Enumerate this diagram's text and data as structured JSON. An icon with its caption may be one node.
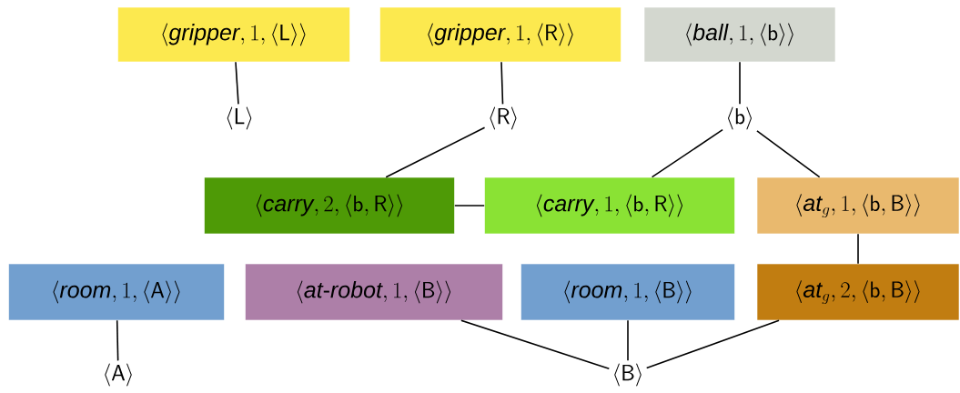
{
  "diagram": {
    "nodes": [
      {
        "text": [
          "\\langle \\mathit{gripper}, 1, \\langle \\mathsf{L} \\rangle\\rangle"
        ]
      },
      {
        "text": [
          "\\langle \\mathit{gripper}, 1, \\langle \\mathsf{R} \\rangle\\rangle"
        ]
      },
      {
        "text": [
          "\\langle \\mathit{ball}, 1, \\langle \\mathsf{b} \\rangle\\rangle"
        ]
      },
      {
        "text": [
          "\\langle \\mathsf{L} \\rangle"
        ]
      },
      {
        "text": [
          "\\langle \\mathsf{R} \\rangle"
        ]
      },
      {
        "text": [
          "\\langle \\mathsf{b} \\rangle"
        ]
      },
      {
        "text": [
          "\\langle \\mathit{carry}, 2, \\langle \\mathsf{b}, \\mathsf{R} \\rangle\\rangle"
        ]
      },
      {
        "text": [
          "\\langle \\mathit{carry}, 1, \\langle \\mathsf{b}, \\mathsf{R} \\rangle\\rangle"
        ]
      },
      {
        "text": [
          "\\langle \\mathit{at}_g, 1, \\langle \\mathsf{b}, \\mathsf{B} \\rangle\\rangle"
        ]
      },
      {
        "text": [
          "\\langle \\mathit{room}, 1, \\langle \\mathsf{A} \\rangle\\rangle"
        ]
      },
      {
        "text": [
          "\\langle \\mathit{at\\text{-}robot}, 1, \\langle \\mathsf{B} \\rangle\\rangle"
        ]
      },
      {
        "text": [
          "\\langle \\mathit{room}, 1, \\langle \\mathsf{B} \\rangle\\rangle"
        ]
      },
      {
        "text": [
          "\\langle \\mathit{at}_g, 2, \\langle \\mathsf{b}, \\mathsf{B} \\rangle\\rangle"
        ]
      },
      {
        "text": [
          "\\langle \\mathsf{A} \\rangle"
        ]
      },
      {
        "text": [
          "\\langle \\mathsf{B} \\rangle"
        ]
      }
    ],
    "edges": [
      {
        "from": 0,
        "to": 3,
        "arrow": "none"
      },
      {
        "from": 1,
        "to": 4,
        "arrow": "none"
      },
      {
        "from": 2,
        "to": 5,
        "arrow": "none"
      },
      {
        "from": 4,
        "to": 6,
        "arrow": "none"
      },
      {
        "from": 5,
        "to": 7,
        "arrow": "none"
      },
      {
        "from": 5,
        "to": 8,
        "arrow": "none"
      },
      {
        "from": 6,
        "to": 7,
        "arrow": "none"
      },
      {
        "from": 8,
        "to": 12,
        "arrow": "none"
      },
      {
        "from": 9,
        "to": 13,
        "arrow": "none"
      },
      {
        "from": 10,
        "to": 14,
        "arrow": "none"
      },
      {
        "from": 11,
        "to": 14,
        "arrow": "none"
      },
      {
        "from": 12,
        "to": 14,
        "arrow": "none"
      }
    ]
  }
}
